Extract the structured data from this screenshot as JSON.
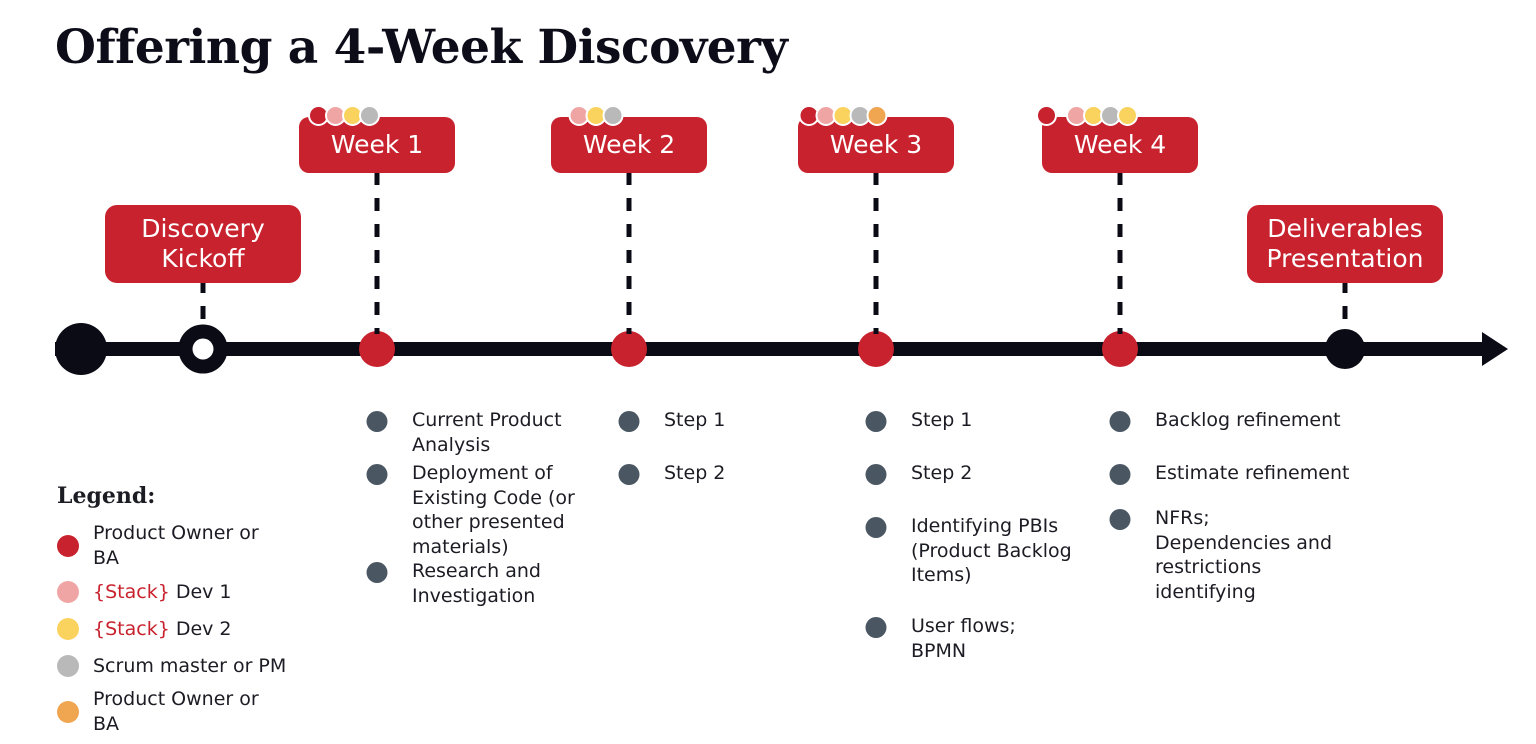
{
  "title": "Offering a 4-Week Discovery",
  "colors": {
    "brand_red": "#c8222e",
    "pink": "#f0a5a5",
    "yellow": "#fad25e",
    "gray": "#b9b9b9",
    "orange": "#f0a650",
    "axis_black": "#0b0b16",
    "step_dot_slate": "#4a5763",
    "text_dark": "#1c1c24"
  },
  "milestones": [
    {
      "name": "discovery-kickoff",
      "label": "Discovery\nKickoff",
      "node_type": "ring"
    },
    {
      "name": "deliverables-presentation",
      "label": "Deliverables\nPresentation",
      "node_type": "solid"
    }
  ],
  "timeline": {
    "start_node": "solid-black-circle",
    "end_node": "arrowhead"
  },
  "weeks": [
    {
      "label": "Week 1",
      "avatars": [
        "brand_red",
        "pink",
        "yellow",
        "gray"
      ],
      "steps": [
        "Current Product\nAnalysis",
        "Deployment of\nExisting Code (or\nother presented\nmaterials)",
        "Research and\nInvestigation"
      ]
    },
    {
      "label": "Week 2",
      "avatars": [
        "pink",
        "yellow",
        "gray"
      ],
      "steps": [
        "Step 1",
        "Step 2"
      ]
    },
    {
      "label": "Week 3",
      "avatars": [
        "brand_red",
        "pink",
        "yellow",
        "gray",
        "orange"
      ],
      "steps": [
        "Step 1",
        "Step 2",
        "Identifying PBIs\n(Product Backlog\nItems)",
        "User flows;\nBPMN"
      ]
    },
    {
      "label": "Week 4",
      "avatars": [
        "brand_red",
        "gap",
        "pink",
        "yellow",
        "gray",
        "yellow"
      ],
      "steps": [
        "Backlog refinement",
        "Estimate refinement",
        "NFRs;\nDependencies and\nrestrictions\nidentifying"
      ]
    }
  ],
  "legend": {
    "title": "Legend:",
    "items": [
      {
        "color": "brand_red",
        "prefix": "",
        "label": "Product Owner or\nBA"
      },
      {
        "color": "pink",
        "prefix": "{Stack}",
        "label": " Dev 1"
      },
      {
        "color": "yellow",
        "prefix": "{Stack}",
        "label": " Dev 2"
      },
      {
        "color": "gray",
        "prefix": "",
        "label": "Scrum master or PM"
      },
      {
        "color": "orange",
        "prefix": "",
        "label": "Product Owner or\nBA"
      }
    ]
  }
}
